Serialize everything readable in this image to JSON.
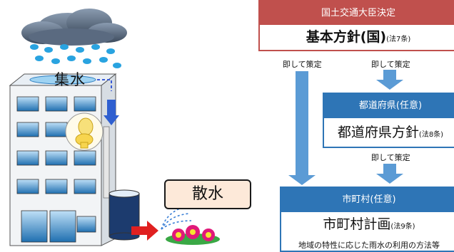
{
  "left": {
    "collect_label": "集水",
    "spray_label": "散水"
  },
  "national": {
    "header": "国土交通大臣決定",
    "title": "基本方針(国)",
    "law": "(法7条)"
  },
  "based_labels": [
    "即して策定",
    "即して策定",
    "即して策定"
  ],
  "prefecture": {
    "header": "都道府県(任意)",
    "title": "都道府県方針",
    "law": "(法8条)"
  },
  "municipality": {
    "header": "市町村(任意)",
    "title": "市町村計画",
    "law": "(法9条)",
    "note": "地域の特性に応じた雨水の利用の方法等"
  },
  "colors": {
    "national": "#c0504d",
    "regional": "#2e75b6",
    "arrow": "#5b9bd5",
    "spray_box": "#fde9d9"
  }
}
